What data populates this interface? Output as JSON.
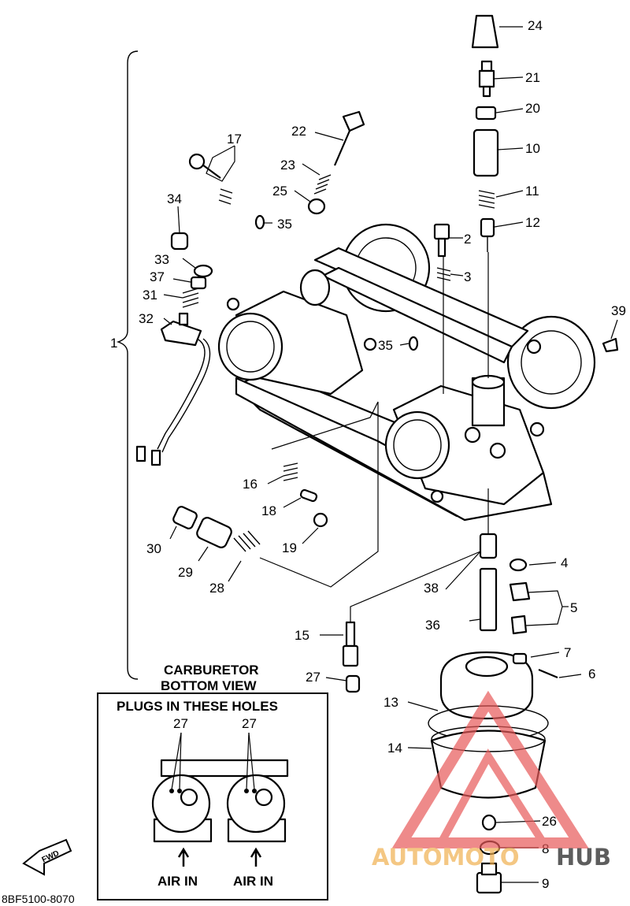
{
  "labels": {
    "l1": "1",
    "l2": "2",
    "l3": "3",
    "l4": "4",
    "l5": "5",
    "l6": "6",
    "l7": "7",
    "l8": "8",
    "l9": "9",
    "l10": "10",
    "l11": "11",
    "l12": "12",
    "l13": "13",
    "l14": "14",
    "l15": "15",
    "l16": "16",
    "l17": "17",
    "l18": "18",
    "l19": "19",
    "l20": "20",
    "l21": "21",
    "l22": "22",
    "l23": "23",
    "l24": "24",
    "l25": "25",
    "l26": "26",
    "l27": "27",
    "l28": "28",
    "l29": "29",
    "l30": "30",
    "l31": "31",
    "l32": "32",
    "l33": "33",
    "l34": "34",
    "l35": "35",
    "l36": "36",
    "l37": "37",
    "l38": "38",
    "l39": "39"
  },
  "bottom_view": {
    "title_line1": "CARBURETOR",
    "title_line2": "BOTTOM VIEW",
    "plugs_caption": "PLUGS IN THESE HOLES",
    "left_label": "27",
    "right_label": "27",
    "air_in_left": "AIR IN",
    "air_in_right": "AIR IN"
  },
  "fwd_label": "FWD",
  "part_code": "8BF5100-8070",
  "watermark": {
    "text_a": "AUTOMOTO",
    "text_b": "HUB",
    "color_orange": "#f0b050",
    "color_red": "#e85a5a"
  }
}
